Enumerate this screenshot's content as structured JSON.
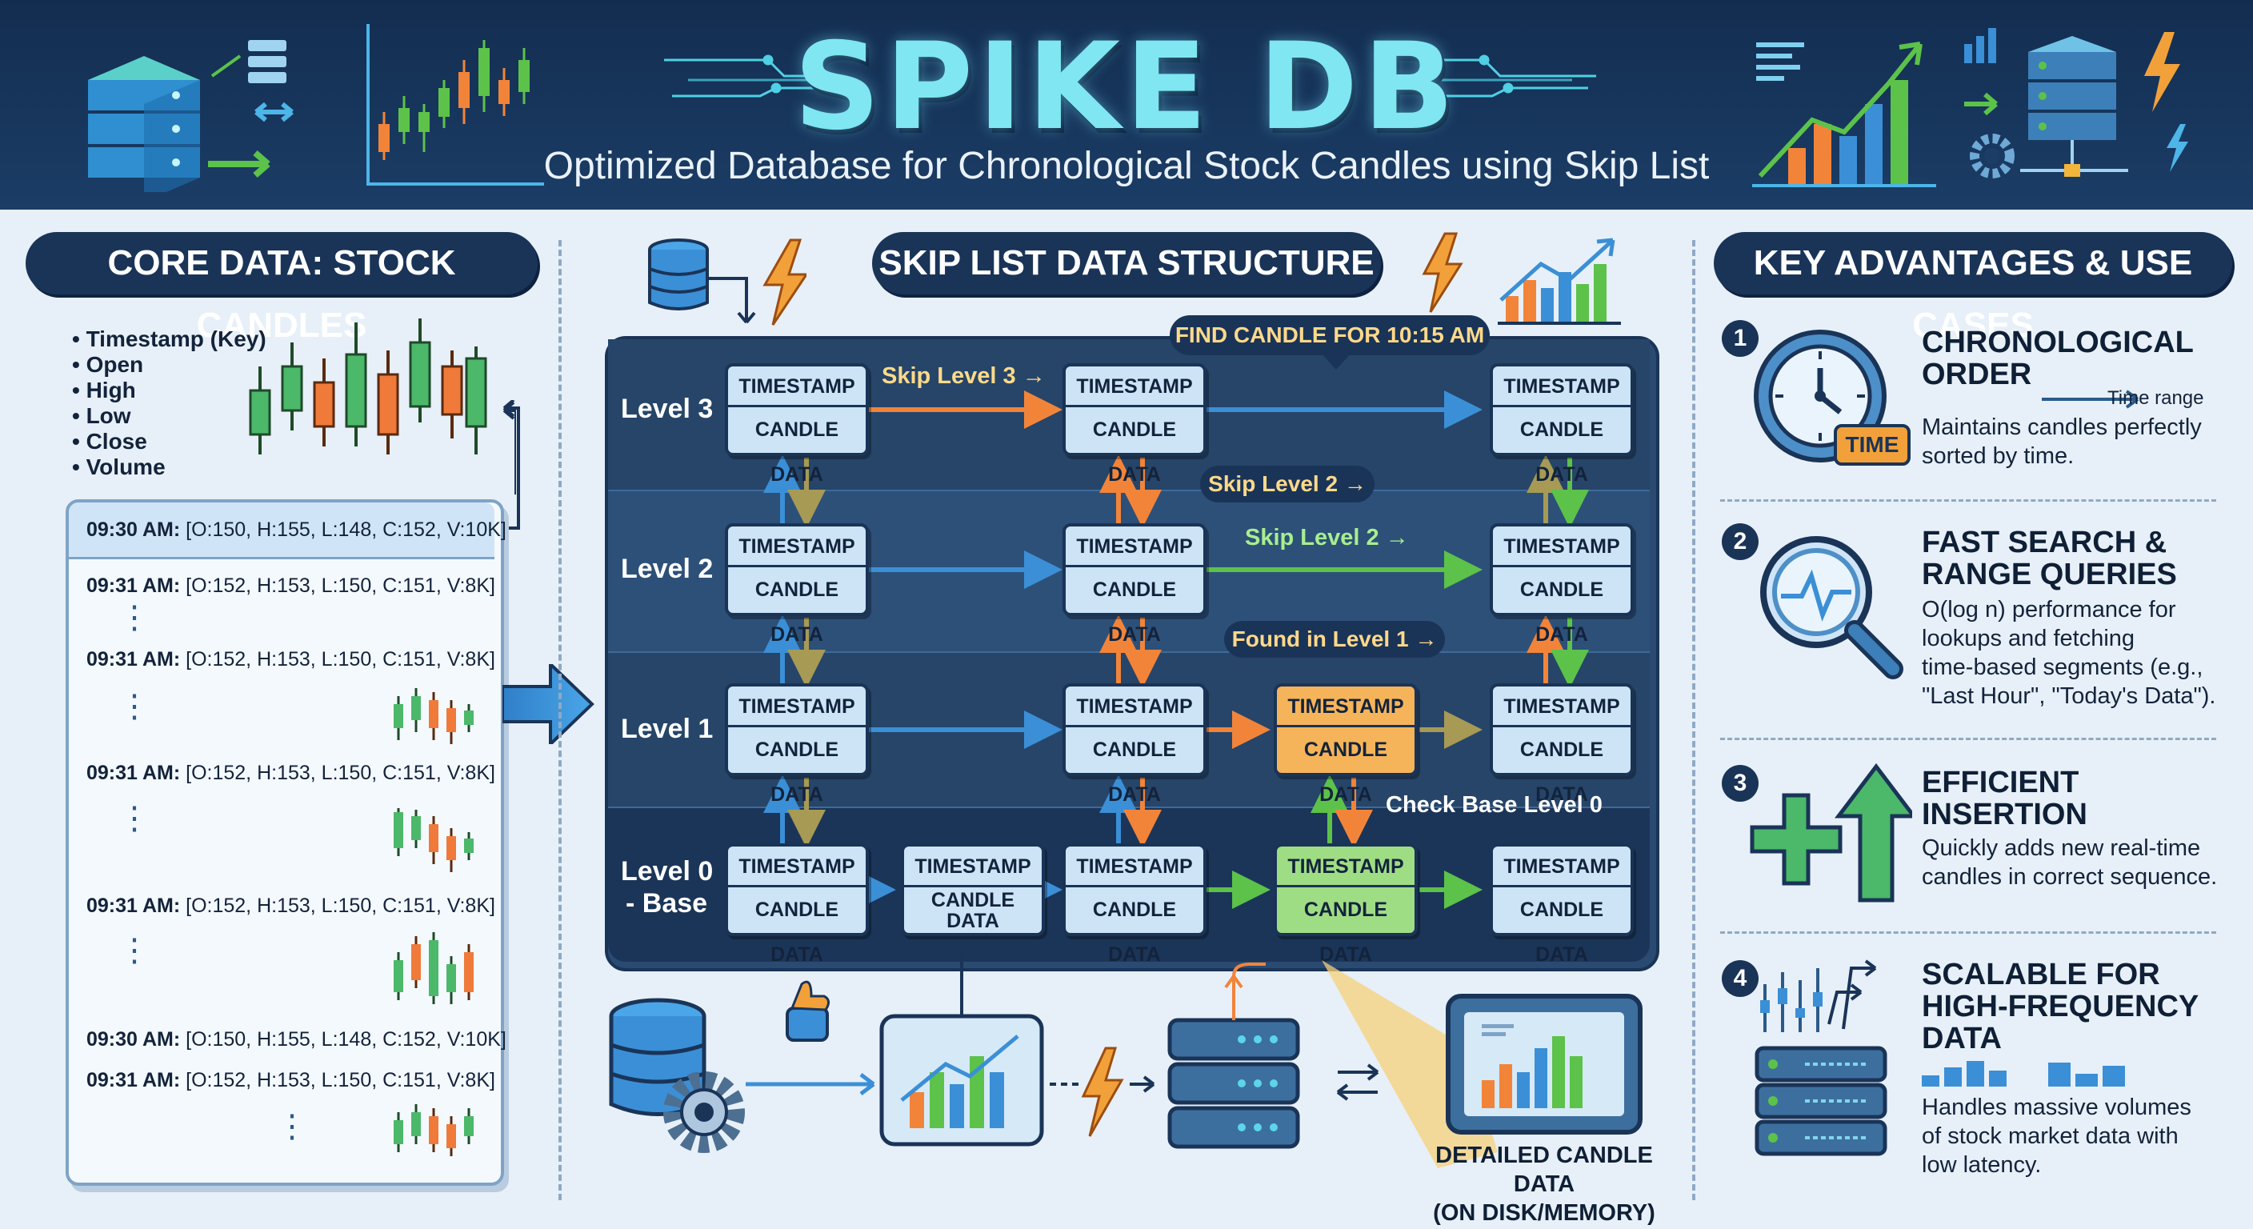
{
  "header": {
    "title": "SPIKE DB",
    "subtitle": "Optimized Database for Chronological Stock Candles using Skip List"
  },
  "core": {
    "heading": "CORE DATA: STOCK CANDLES",
    "fields": [
      "• Timestamp (Key)",
      "• Open",
      "• High",
      "• Low",
      "• Close",
      "• Volume"
    ],
    "rows": [
      {
        "time": "09:30 AM:",
        "values": "[O:150, H:155, L:148, C:152, V:10K]"
      },
      {
        "time": "09:31 AM:",
        "values": "[O:152, H:153, L:150, C:151, V:8K]"
      },
      {
        "time": "09:31 AM:",
        "values": "[O:152, H:153, L:150, C:151, V:8K]"
      },
      {
        "time": "09:31 AM:",
        "values": "[O:152, H:153, L:150, C:151, V:8K]"
      },
      {
        "time": "09:31 AM:",
        "values": "[O:152, H:153, L:150, C:151, V:8K]"
      },
      {
        "time": "09:30 AM:",
        "values": "[O:150, H:155, L:148, C:152, V:10K]"
      },
      {
        "time": "09:31 AM:",
        "values": "[O:152, H:153, L:150, C:151, V:8K]"
      }
    ],
    "ellipsis": "⋮"
  },
  "skiplist": {
    "heading": "SKIP LIST DATA STRUCTURE",
    "query": "FIND CANDLE FOR 10:15 AM",
    "levels": [
      "Level 3",
      "Level 2",
      "Level 1",
      "Level 0",
      "- Base"
    ],
    "node_timestamp": "TIMESTAMP",
    "node_candle": "CANDLE DATA",
    "node_candle_split": [
      "CANDLE",
      "DATA"
    ],
    "labels": {
      "skip3": "Skip Level 3 →",
      "skip2_tag": "Skip Level 2 →",
      "skip2": "Skip Level 2 →",
      "found": "Found in Level 1 →",
      "check": "Check Base Level 0"
    },
    "caption": [
      "DETAILED CANDLE DATA",
      "(ON DISK/MEMORY)"
    ]
  },
  "advantages": {
    "heading": "KEY ADVANTAGES & USE CASES",
    "items": [
      {
        "num": "1",
        "title": [
          "CHRONOLOGICAL",
          "ORDER"
        ],
        "body": [
          "Maintains candles perfectly",
          "sorted by time."
        ]
      },
      {
        "num": "2",
        "title": [
          "FAST SEARCH &",
          "RANGE QUERIES"
        ],
        "body": [
          "O(log n) performance for",
          "lookups and fetching",
          "time-based segments (e.g.,",
          "\"Last Hour\", \"Today's Data\")."
        ]
      },
      {
        "num": "3",
        "title": [
          "EFFICIENT",
          "INSERTION"
        ],
        "body": [
          "Quickly adds new real-time",
          "candles in correct sequence."
        ]
      },
      {
        "num": "4",
        "title": [
          "SCALABLE FOR",
          "HIGH-FREQUENCY",
          "DATA"
        ],
        "body": [
          "Handles massive volumes",
          "of stock market data with",
          "low latency."
        ]
      }
    ],
    "clock_badge": "TIME",
    "time_range": "Time range"
  },
  "colors": {
    "navy": "#1a3458",
    "orange_arrow": "#f2843a",
    "green_arrow": "#5cc24a",
    "blue_arrow": "#3b8fd6",
    "olive_arrow": "#a79a55"
  }
}
